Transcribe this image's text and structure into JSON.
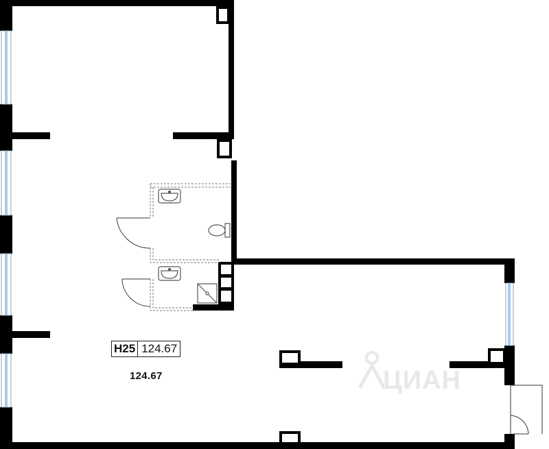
{
  "unit": {
    "code": "H25",
    "area": "124.67"
  },
  "area_label": "124.67",
  "watermark": {
    "text": "ЦИАН"
  },
  "colors": {
    "wall": "#000000",
    "window": "#a9c8ee",
    "fixture_stroke": "#555555",
    "partition_dash": "#777777",
    "background": "#ffffff"
  },
  "icons": [
    "sink-icon",
    "toilet-icon",
    "shower-icon",
    "door-swing-icon",
    "window-icon"
  ]
}
